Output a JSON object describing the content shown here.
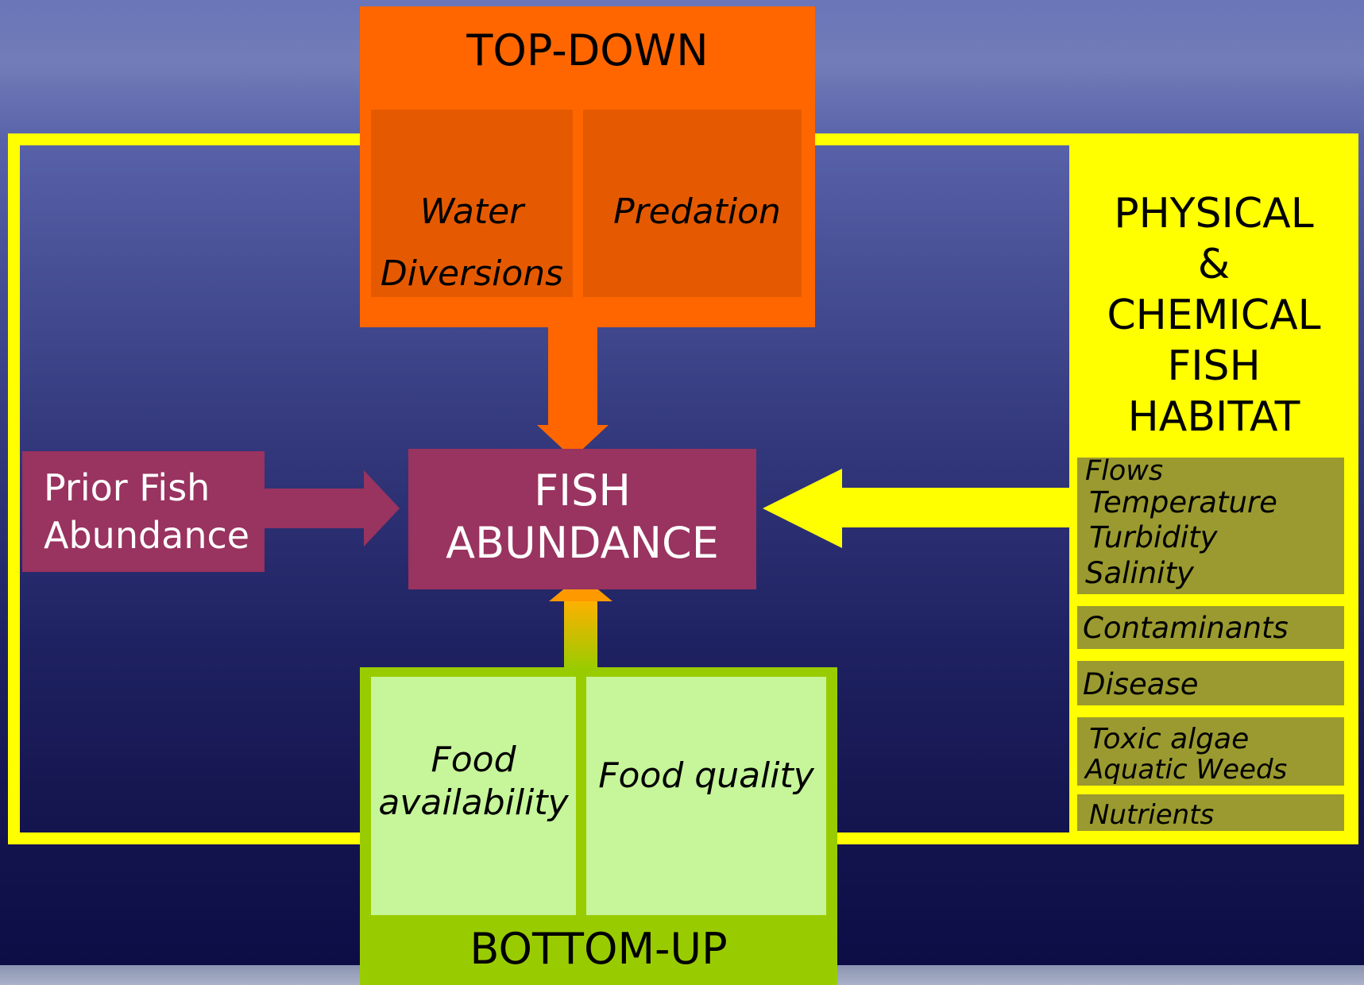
{
  "top_down": {
    "title": "TOP-DOWN",
    "items": [
      "Water",
      "Diversions",
      "Predation"
    ]
  },
  "center": {
    "line1": "FISH",
    "line2": "ABUNDANCE"
  },
  "prior": {
    "line1": "Prior Fish",
    "line2": "Abundance"
  },
  "physical": {
    "title_lines": [
      "PHYSICAL",
      "&",
      "CHEMICAL",
      "FISH",
      "HABITAT"
    ],
    "group1": [
      "Flows",
      "Temperature",
      "Turbidity",
      "Salinity"
    ],
    "contaminants": "Contaminants",
    "disease": "Disease",
    "group2": [
      "Toxic algae",
      "Aquatic Weeds"
    ],
    "nutrients": "Nutrients"
  },
  "bottom_up": {
    "title": "BOTTOM-UP",
    "food_availability": [
      "Food",
      "availability"
    ],
    "food_quality": "Food quality"
  },
  "colors": {
    "top_down": "#ff6600",
    "fish": "#99335f",
    "physical": "#ffff00",
    "bottom_up": "#99cc00",
    "olive": "#9a9a30"
  }
}
